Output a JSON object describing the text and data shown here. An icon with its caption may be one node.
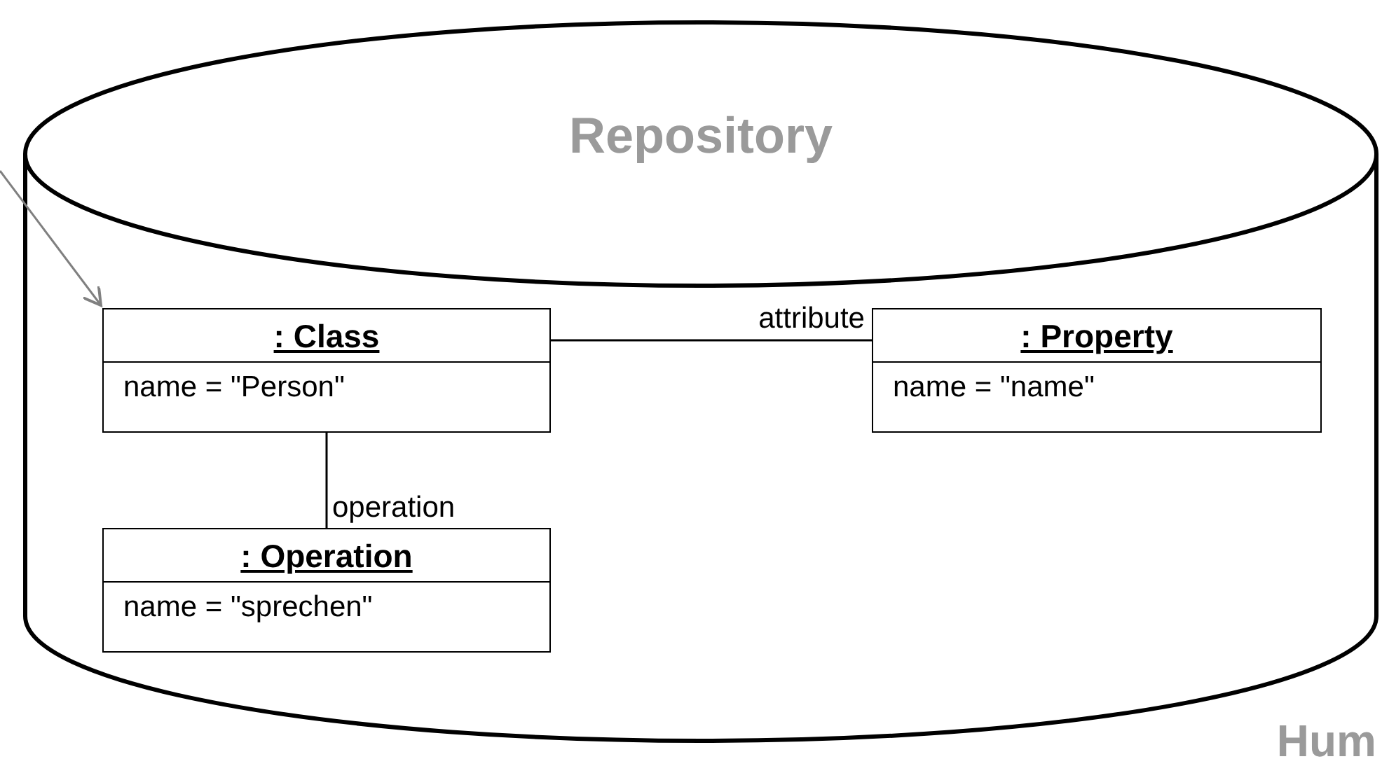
{
  "diagram": {
    "nodes": [
      {
        "text": [
          "Repository"
        ]
      },
      {
        "text": [
          ": Class",
          "name = \"Person\""
        ],
        "in": 0
      },
      {
        "text": [
          ": Property",
          "name = \"name\""
        ],
        "in": 0
      },
      {
        "text": [
          ": Operation",
          "name = \"sprechen\""
        ],
        "in": 0
      }
    ],
    "edges": [
      {
        "from": 1,
        "to": 2,
        "label": "attribute",
        "arrow": "none"
      },
      {
        "from": 1,
        "to": 3,
        "label": "operation",
        "arrow": "none"
      },
      {
        "from": null,
        "to": 1,
        "arrow": "to",
        "color": "#808080"
      }
    ],
    "labels": [
      "Hum"
    ]
  }
}
